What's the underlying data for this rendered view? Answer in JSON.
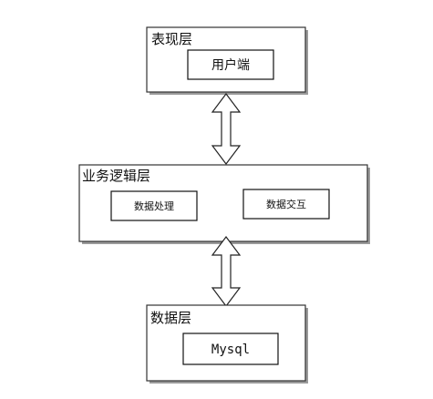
{
  "layers": [
    {
      "title": "表现层",
      "components": [
        "用户端"
      ]
    },
    {
      "title": "业务逻辑层",
      "components": [
        "数据处理",
        "数据交互"
      ]
    },
    {
      "title": "数据层",
      "components": [
        "Mysql"
      ]
    }
  ]
}
